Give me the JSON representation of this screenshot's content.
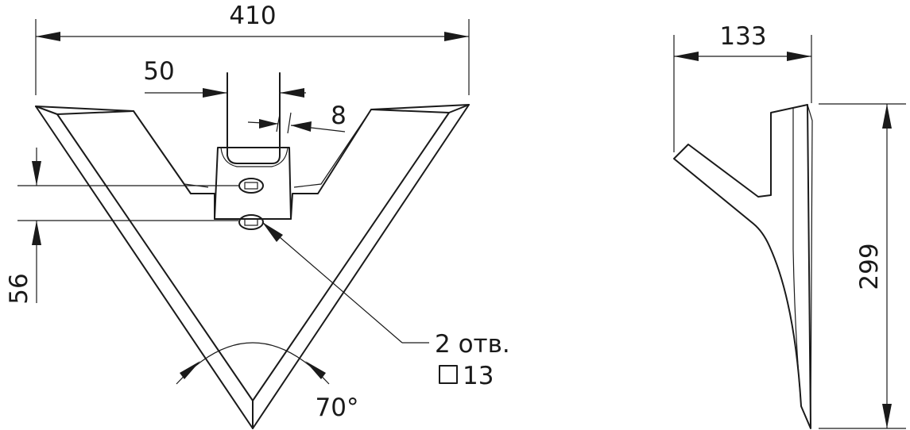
{
  "front_view": {
    "dim_width": "410",
    "dim_shank_width": "50",
    "dim_thickness": "8",
    "dim_hole_spacing": "56",
    "dim_angle": "70°",
    "holes_callout_line1": "2 отв.",
    "holes_callout_line2": "13"
  },
  "side_view": {
    "dim_depth": "133",
    "dim_height": "299"
  }
}
